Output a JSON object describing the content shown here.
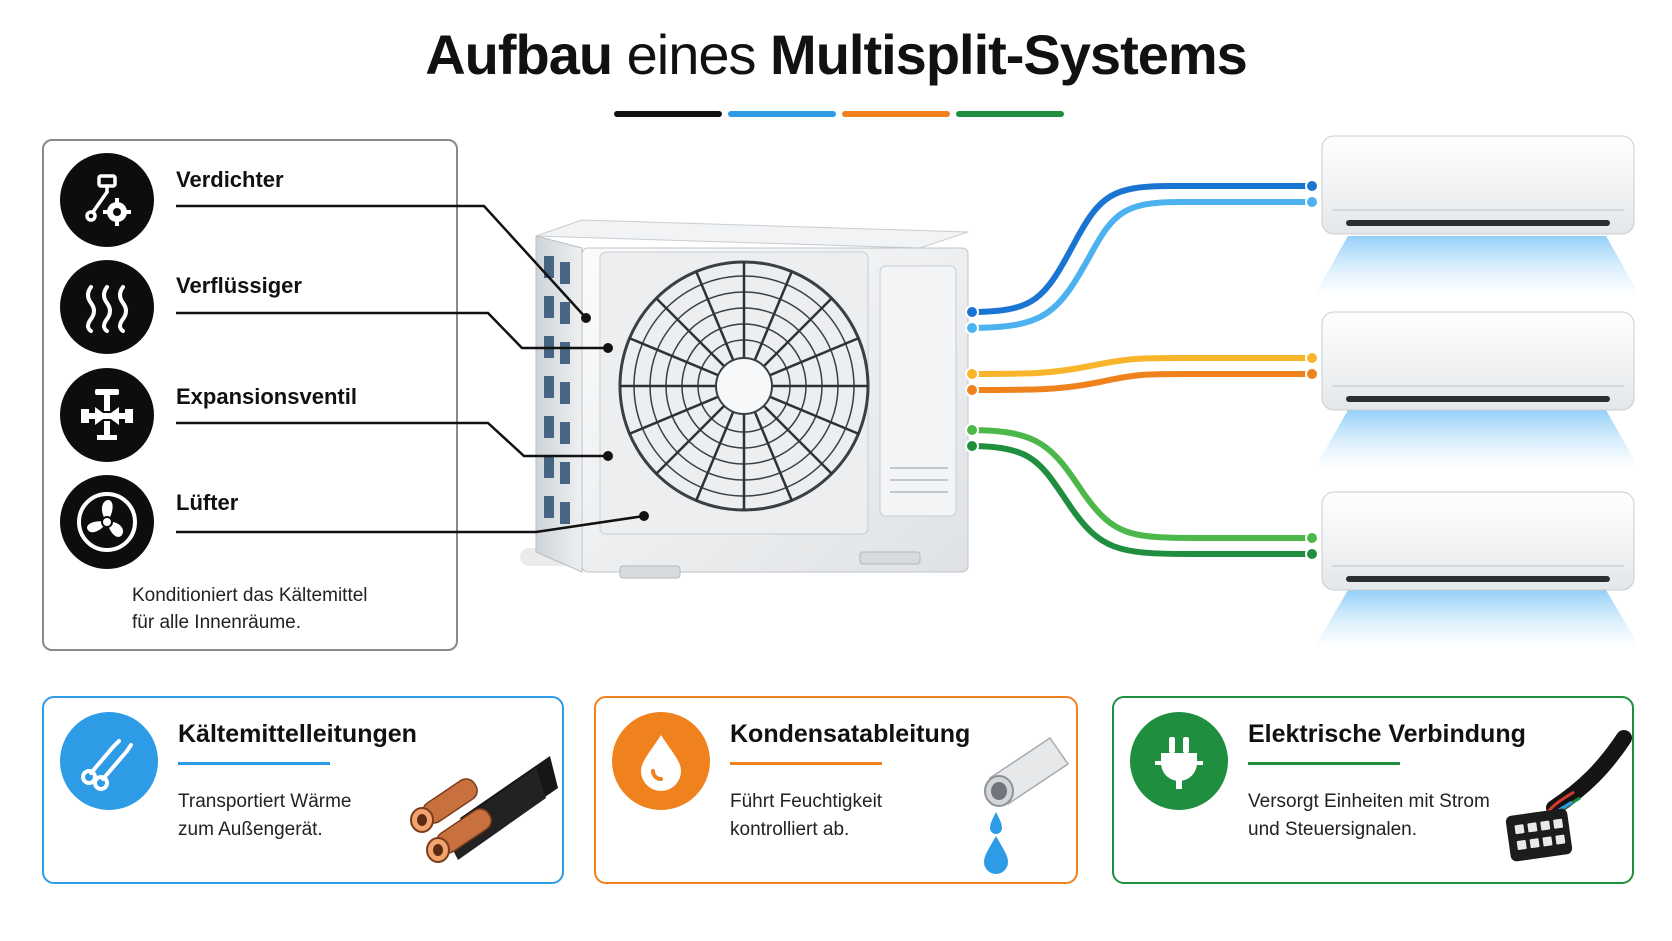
{
  "title": {
    "bold_part_1": "Aufbau",
    "light_part": "eines",
    "bold_part_2": "Multisplit-Systems"
  },
  "title_rule_colors": [
    "#111111",
    "#2e9be6",
    "#f0821e",
    "#1f8f3f"
  ],
  "components": {
    "items": [
      {
        "label": "Verdichter",
        "icon": "compressor-gear-icon"
      },
      {
        "label": "Verflüssiger",
        "icon": "heat-waves-icon"
      },
      {
        "label": "Expansionsventil",
        "icon": "valve-icon"
      },
      {
        "label": "Lüfter",
        "icon": "fan-icon"
      }
    ],
    "description_line_1": "Konditioniert das Kältemittel",
    "description_line_2": "für alle Innenräume."
  },
  "pipe_colors": {
    "unit_1": [
      "#1a74d2",
      "#4bb1ef"
    ],
    "unit_2": [
      "#f0821e",
      "#f8b52c"
    ],
    "unit_3": [
      "#1f8f3f",
      "#4cb84a"
    ]
  },
  "cards": [
    {
      "title": "Kältemittelleitungen",
      "line_1": "Transportiert Wärme",
      "line_2": "zum Außengerät.",
      "color": "#2e9be6",
      "icon": "pipes-icon"
    },
    {
      "title": "Kondensatableitung",
      "line_1": "Führt Feuchtigkeit",
      "line_2": "kontrolliert ab.",
      "color": "#f0821e",
      "icon": "water-drop-icon"
    },
    {
      "title": "Elektrische Verbindung",
      "line_1": "Versorgt Einheiten mit Strom",
      "line_2": "und Steuersignalen.",
      "color": "#1f8f3f",
      "icon": "power-plug-icon"
    }
  ]
}
